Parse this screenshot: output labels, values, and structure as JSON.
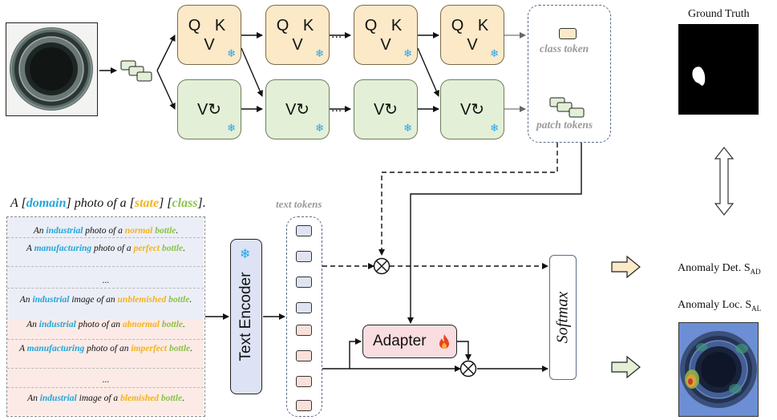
{
  "top": {
    "qk_label": "Q K",
    "v_label": "V",
    "vv_label": "V↻",
    "ellipsis": "...",
    "class_token": "class token",
    "patch_tokens": "patch tokens"
  },
  "gt": {
    "title": "Ground Truth"
  },
  "prompt": {
    "template": {
      "p1": "A [",
      "domain": "domain",
      "p2": "] photo of a [",
      "state": "state",
      "p3": "] [",
      "class": "class",
      "p4": "]."
    },
    "lines": [
      {
        "a": "An ",
        "b": "industrial",
        "c": " photo of a ",
        "d": "normal",
        "e": " ",
        "f": "bottle",
        "g": "."
      },
      {
        "a": "A ",
        "b": "manufacturing",
        "c": " photo of a ",
        "d": "perfect",
        "e": " ",
        "f": "bottle",
        "g": "."
      },
      {
        "ellipsis": "..."
      },
      {
        "a": "An ",
        "b": "industrial",
        "c": " image of an ",
        "d": "unblemished",
        "e": " ",
        "f": "bottle",
        "g": "."
      },
      {
        "a": "An ",
        "b": "industrial",
        "c": " photo of an ",
        "d": "abnormal",
        "e": " ",
        "f": "bottle",
        "g": "."
      },
      {
        "a": "A ",
        "b": "manufacturing",
        "c": " photo of an ",
        "d": "imperfect",
        "e": " ",
        "f": "bottle",
        "g": "."
      },
      {
        "ellipsis": "..."
      },
      {
        "a": "An ",
        "b": "industrial",
        "c": " image of a ",
        "d": "blemished",
        "e": " ",
        "f": "bottle",
        "g": "."
      }
    ]
  },
  "text_tokens_label": "text tokens",
  "encoder_label": "Text Encoder",
  "adapter_label": "Adapter",
  "softmax_label": "Softmax",
  "outputs": {
    "det": "Anomaly Det. S",
    "det_sub": "AD",
    "loc": "Anomaly Loc. S",
    "loc_sub": "AL"
  },
  "colors": {
    "qk_fill": "#fbe9c8",
    "v_fill": "#e3efd6",
    "domain": "#22a6d9",
    "state": "#f2b41c",
    "class": "#8cc34a",
    "snowflake": "#2aa4e8",
    "normal_bg": "#eceef7",
    "abnormal_bg": "#fbeae6"
  },
  "icons": [
    "snowflake-icon",
    "flame-icon",
    "double-arrow-icon"
  ]
}
